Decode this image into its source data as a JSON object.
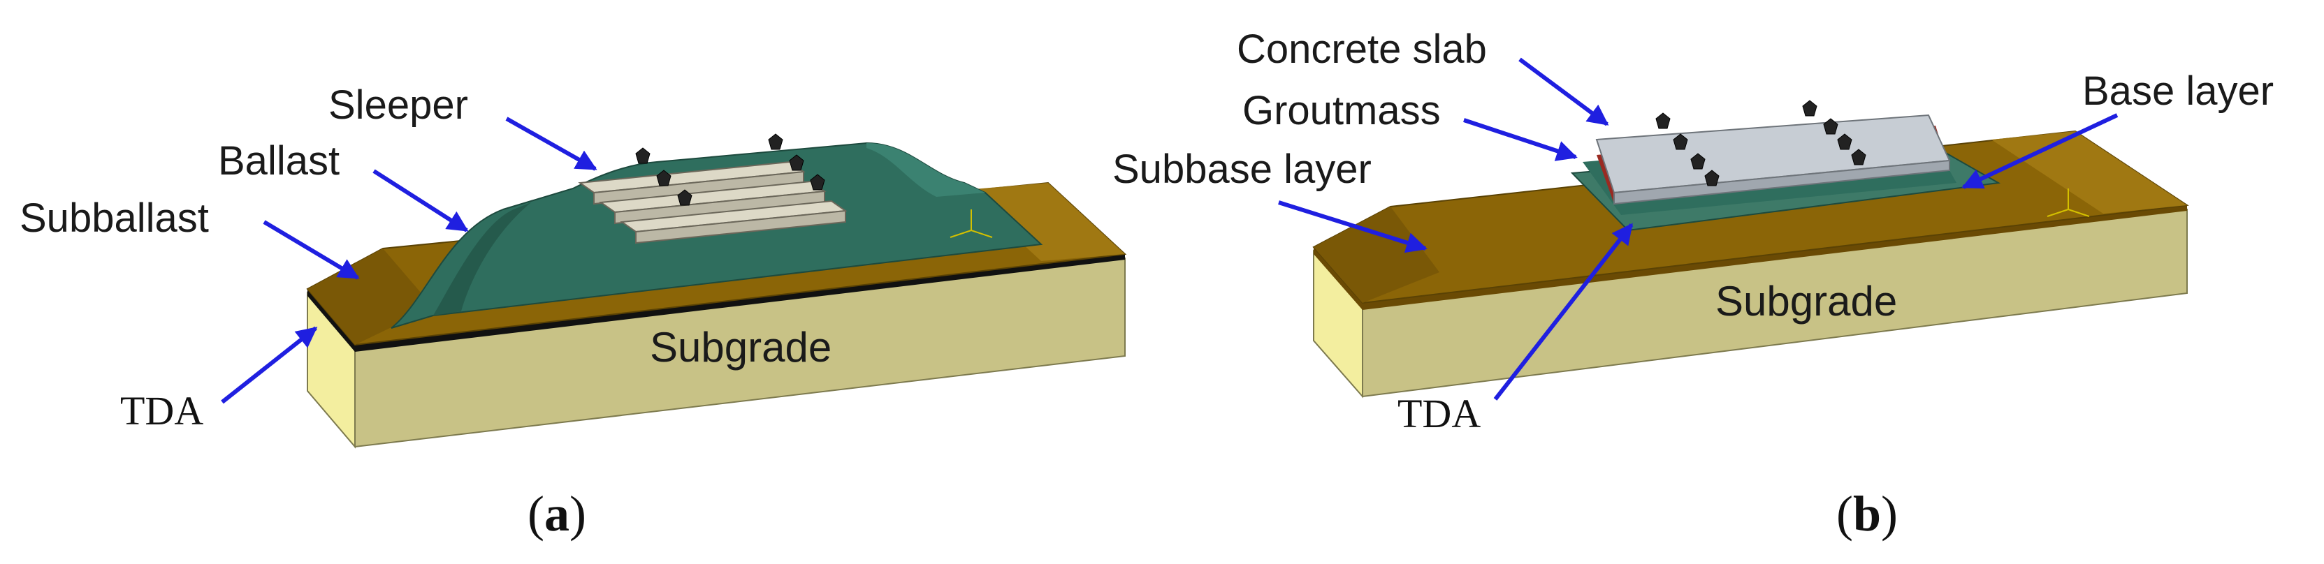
{
  "panel_a": {
    "labels": {
      "sleeper": "Sleeper",
      "ballast": "Ballast",
      "subballast": "Subballast",
      "subgrade": "Subgrade",
      "tda": "TDA"
    },
    "caption_open": "(",
    "caption_letter": "a",
    "caption_close": ")"
  },
  "panel_b": {
    "labels": {
      "concrete_slab": "Concrete slab",
      "groutmass": "Groutmass",
      "base_layer": "Base layer",
      "subbase_layer": "Subbase layer",
      "subgrade": "Subgrade",
      "tda": "TDA"
    },
    "caption_open": "(",
    "caption_letter": "b",
    "caption_close": ")"
  },
  "colors": {
    "arrow": "#1f1fe0",
    "subgrade_front": "#c9c48a",
    "subgrade_side": "#f1ec9e",
    "subballast_top": "#8a6408",
    "ballast": "#2f6e5e",
    "sleeper": "#d9d5c3",
    "slab_top": "#c5ccd3",
    "groutmass": "#3e7a68",
    "tda_band": "#111111"
  }
}
